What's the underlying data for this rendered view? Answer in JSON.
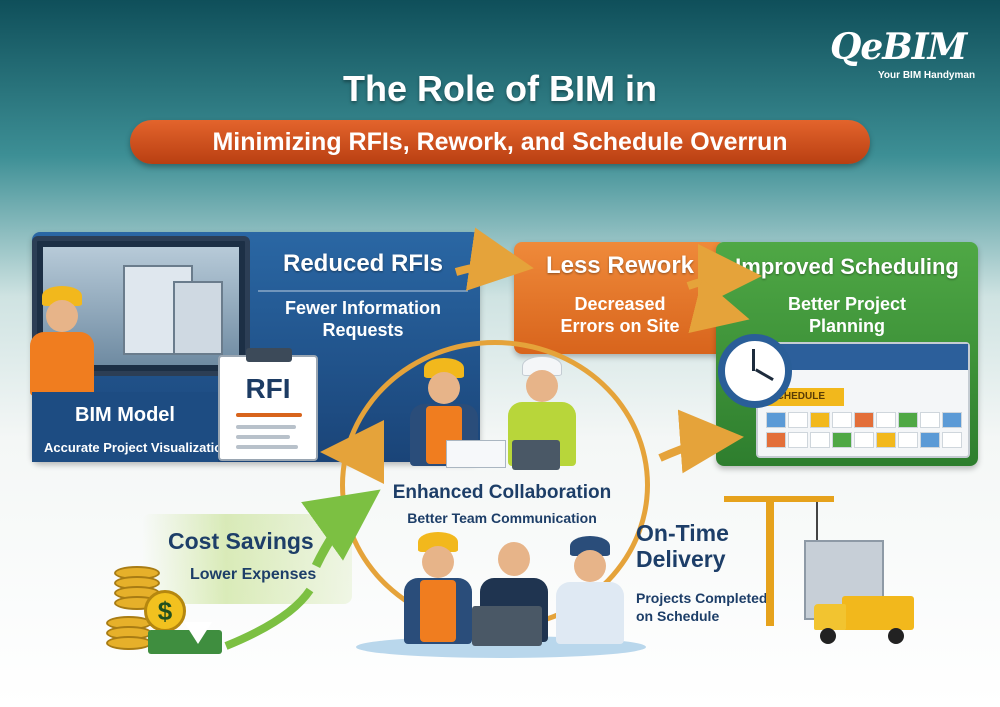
{
  "brand": {
    "logo_text": "QeBIM",
    "tagline": "Your BIM Handyman"
  },
  "header": {
    "title": "The Role of BIM in",
    "subtitle": "Minimizing RFIs, Rework, and Schedule Overrun"
  },
  "sections": {
    "bim_model": {
      "title": "BIM Model",
      "desc": "Accurate Project Visualization"
    },
    "rfi_doc": {
      "label": "RFI"
    },
    "reduced_rfis": {
      "title": "Reduced RFIs",
      "desc_1": "Fewer Information",
      "desc_2": "Requests"
    },
    "less_rework": {
      "title": "Less Rework",
      "desc_1": "Decreased",
      "desc_2": "Errors on Site"
    },
    "improved_scheduling": {
      "title": "Improved Scheduling",
      "desc_1": "Better Project",
      "desc_2": "Planning"
    },
    "calendar": {
      "label": "SCHEDULE"
    },
    "enhanced_collaboration": {
      "title": "Enhanced Collaboration",
      "desc": "Better Team Communication"
    },
    "cost_savings": {
      "title": "Cost Savings",
      "desc": "Lower Expenses"
    },
    "on_time_delivery": {
      "title_1": "On-Time",
      "title_2": "Delivery",
      "desc_1": "Projects Completed",
      "desc_2": "on Schedule"
    }
  },
  "colors": {
    "brand_teal": "#0f4f5a",
    "accent_orange": "#d8641c",
    "rfi_blue": "#1a4478",
    "schedule_green": "#2e7e2e",
    "hard_hat_yellow": "#f2b81c"
  },
  "icons": [
    "clock-icon",
    "calendar-icon",
    "dollar-coin-icon",
    "down-arrow-icon",
    "hard-hat-icon",
    "crane-icon",
    "truck-icon",
    "laptop-icon",
    "clipboard-icon"
  ]
}
